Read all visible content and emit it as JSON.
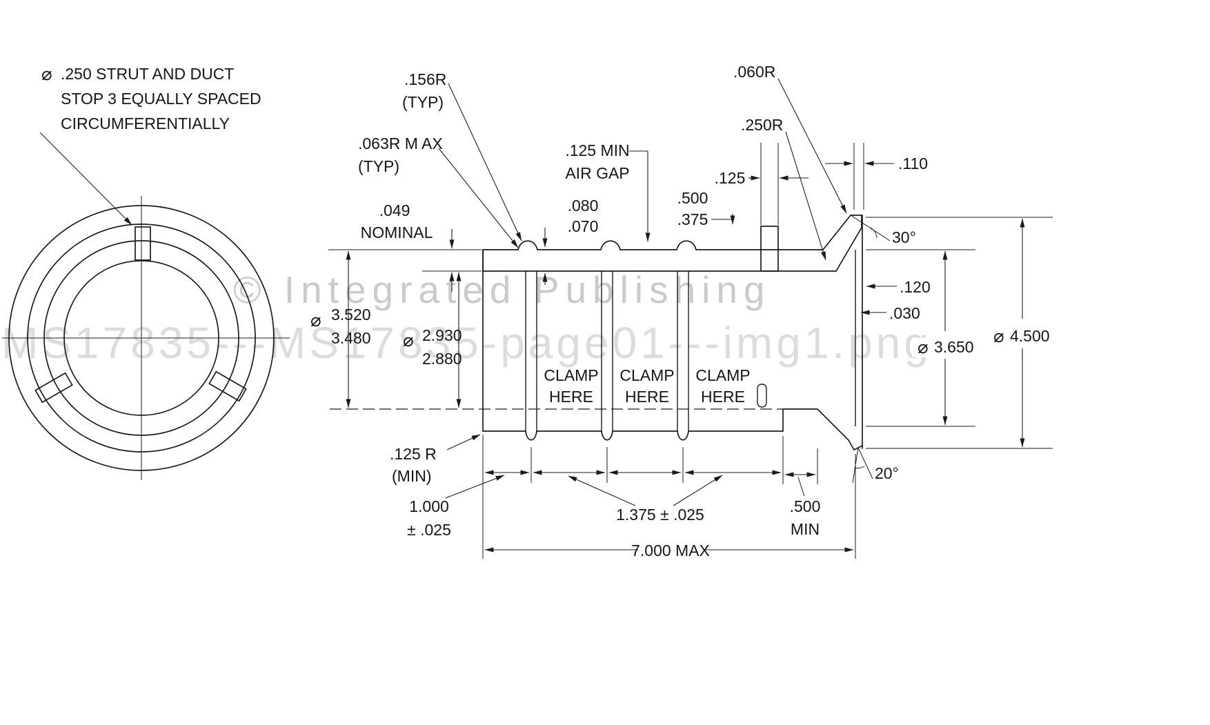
{
  "watermark": {
    "publisher": "© Integrated Publishing",
    "filename": "MS17835---MS17835-page01---img1.png"
  },
  "end_view": {
    "note_symbol": "⌀",
    "note_line1": ".250 STRUT AND DUCT",
    "note_line2": "STOP 3 EQUALLY SPACED",
    "note_line3": "CIRCUMFERENTIALLY"
  },
  "section": {
    "bead_radius": ".156R",
    "bead_radius_typ": "(TYP)",
    "fillet_radius_max": ".063R M AX",
    "fillet_radius_typ": "(TYP)",
    "air_gap_value": ".125 MIN",
    "air_gap_label": "AIR GAP",
    "flange_corner_radius": ".060R",
    "flare_radius": ".250R",
    "stop_width": ".125",
    "flange_thickness": ".110",
    "wall_thickness": ".049",
    "wall_thickness_note": "NOMINAL",
    "bead_height_max": ".080",
    "bead_height_min": ".070",
    "stop_height_max": ".500",
    "stop_height_min": ".375",
    "flare_angle": "30°",
    "flange_lip": ".120",
    "flange_edge": ".030",
    "dia_symbol": "⌀",
    "duct_id_max": "3.520",
    "duct_id_min": "3.480",
    "bore_id_max": "2.930",
    "bore_id_min": "2.880",
    "flange_id": "3.650",
    "flange_od": "4.500",
    "clamp_word1": "CLAMP",
    "clamp_word2": "HERE",
    "groove_radius": ".125 R",
    "groove_radius_note": "(MIN)",
    "spacing_first": "1.000",
    "spacing_first_tol": "± .025",
    "spacing_clamps": "1.375 ± .025",
    "end_clearance": ".500",
    "end_clearance_note": "MIN",
    "overall_length": "7.000 MAX",
    "chamfer_angle": "20°"
  }
}
